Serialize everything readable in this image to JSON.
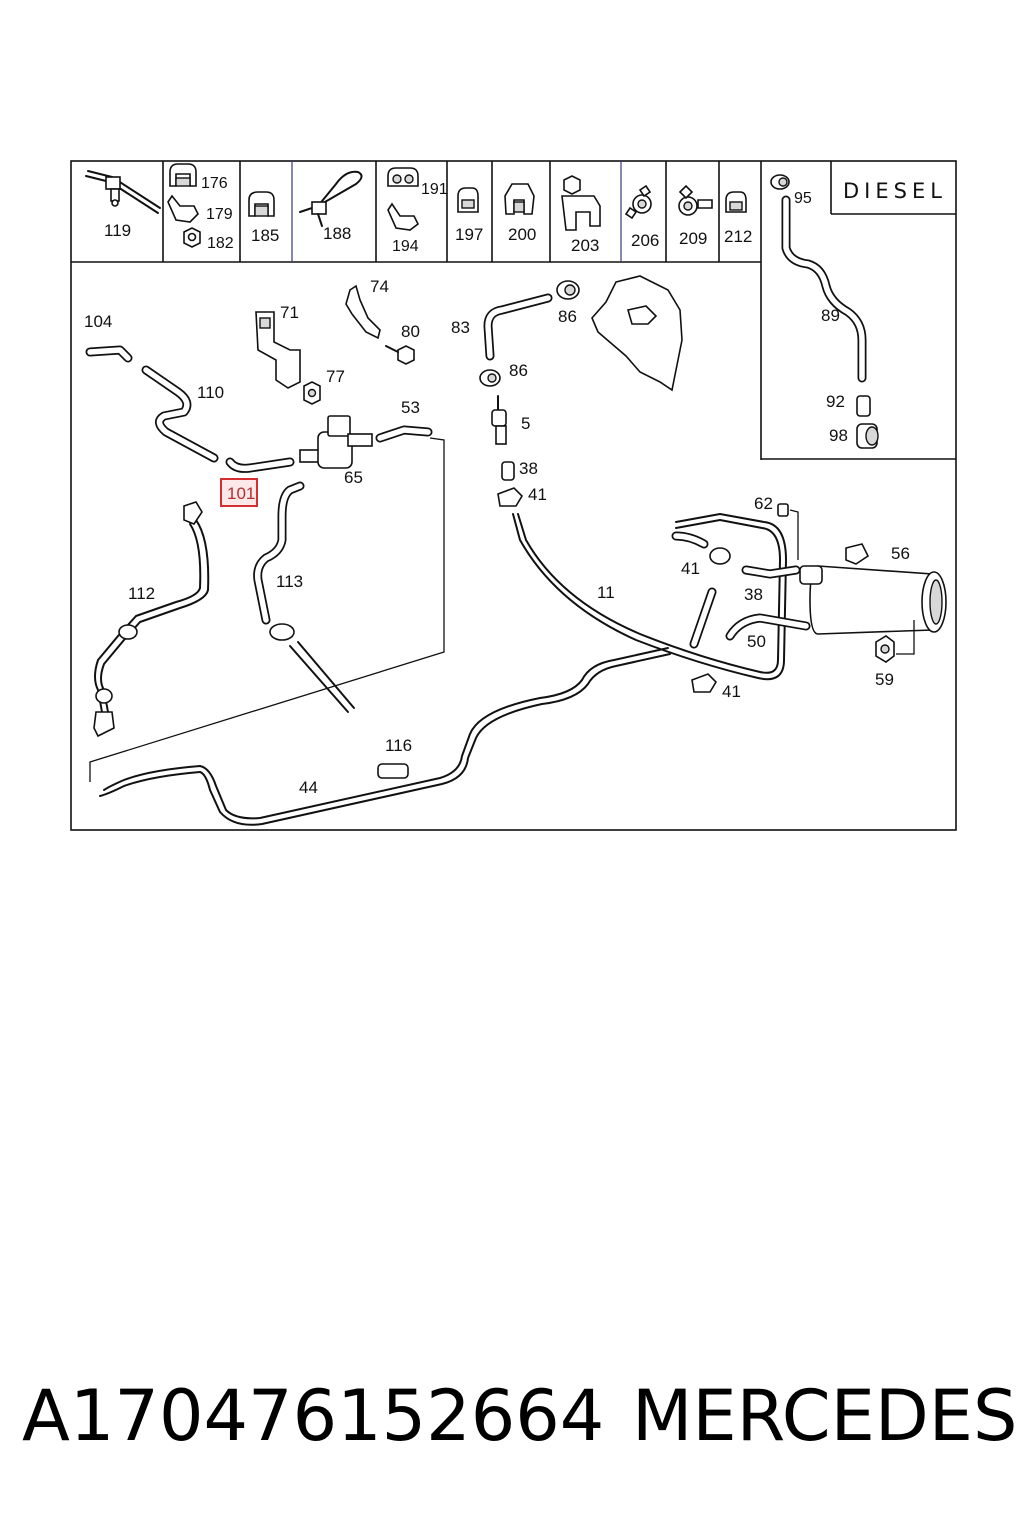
{
  "header_cells": [
    {
      "labels": [
        "119"
      ]
    },
    {
      "labels": [
        "176",
        "179",
        "182"
      ]
    },
    {
      "labels": [
        "185"
      ]
    },
    {
      "labels": [
        "188"
      ]
    },
    {
      "labels": [
        "191",
        "194"
      ]
    },
    {
      "labels": [
        "197"
      ]
    },
    {
      "labels": [
        "200"
      ]
    },
    {
      "labels": [
        "203"
      ]
    },
    {
      "labels": [
        "206"
      ]
    },
    {
      "labels": [
        "209"
      ]
    },
    {
      "labels": [
        "212"
      ]
    }
  ],
  "diesel_label": "DIESEL",
  "callouts": {
    "c104": "104",
    "c110": "110",
    "c71": "71",
    "c74": "74",
    "c80": "80",
    "c77": "77",
    "c53": "53",
    "c65": "65",
    "c101": "101",
    "c112": "112",
    "c113": "113",
    "c83": "83",
    "c86a": "86",
    "c86b": "86",
    "c5": "5",
    "c38a": "38",
    "c41a": "41",
    "c11": "11",
    "c62": "62",
    "c41b": "41",
    "c38b": "38",
    "c50": "50",
    "c41c": "41",
    "c56": "56",
    "c59": "59",
    "c116": "116",
    "c44": "44",
    "c95": "95",
    "c89": "89",
    "c92": "92",
    "c98": "98"
  },
  "highlighted_part": "101",
  "highlight_color": "#d23030",
  "part_number": "A170476152664",
  "brand": "MERCEDES"
}
